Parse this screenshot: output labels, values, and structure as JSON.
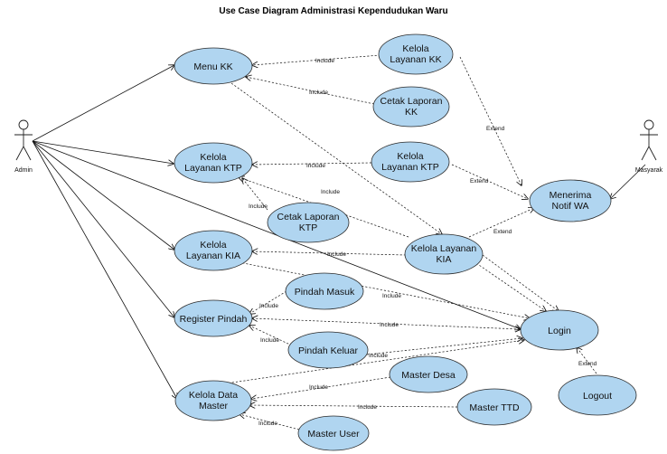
{
  "title": "Use Case Diagram Administrasi Kependudukan Waru",
  "actors": {
    "admin": "Admin",
    "masyarakat": "Masyarak"
  },
  "use_cases": {
    "menu_kk": [
      "Menu KK"
    ],
    "kelola_layanan_kk": [
      "Kelola",
      "Layanan KK"
    ],
    "cetak_laporan_kk": [
      "Cetak Laporan",
      "KK"
    ],
    "kelola_layanan_ktp_left": [
      "Kelola",
      "Layanan KTP"
    ],
    "kelola_layanan_ktp_right": [
      "Kelola",
      "Layanan KTP"
    ],
    "cetak_laporan_ktp": [
      "Cetak Laporan",
      "KTP"
    ],
    "menerima_notif_wa": [
      "Menerima",
      "Notif WA"
    ],
    "kelola_layanan_kia_left": [
      "Kelola",
      "Layanan KIA"
    ],
    "kelola_layanan_kia_right": [
      "Kelola Layanan",
      "KIA"
    ],
    "pindah_masuk": [
      "Pindah Masuk"
    ],
    "register_pindah": [
      "Register Pindah"
    ],
    "login": [
      "Login"
    ],
    "pindah_keluar": [
      "Pindah Keluar"
    ],
    "master_desa": [
      "Master Desa"
    ],
    "kelola_data_master": [
      "Kelola Data",
      "Master"
    ],
    "master_ttd": [
      "Master TTD"
    ],
    "logout": [
      "Logout"
    ],
    "master_user": [
      "Master User"
    ]
  },
  "relation_labels": {
    "include": "Include",
    "extend": "Extend"
  }
}
